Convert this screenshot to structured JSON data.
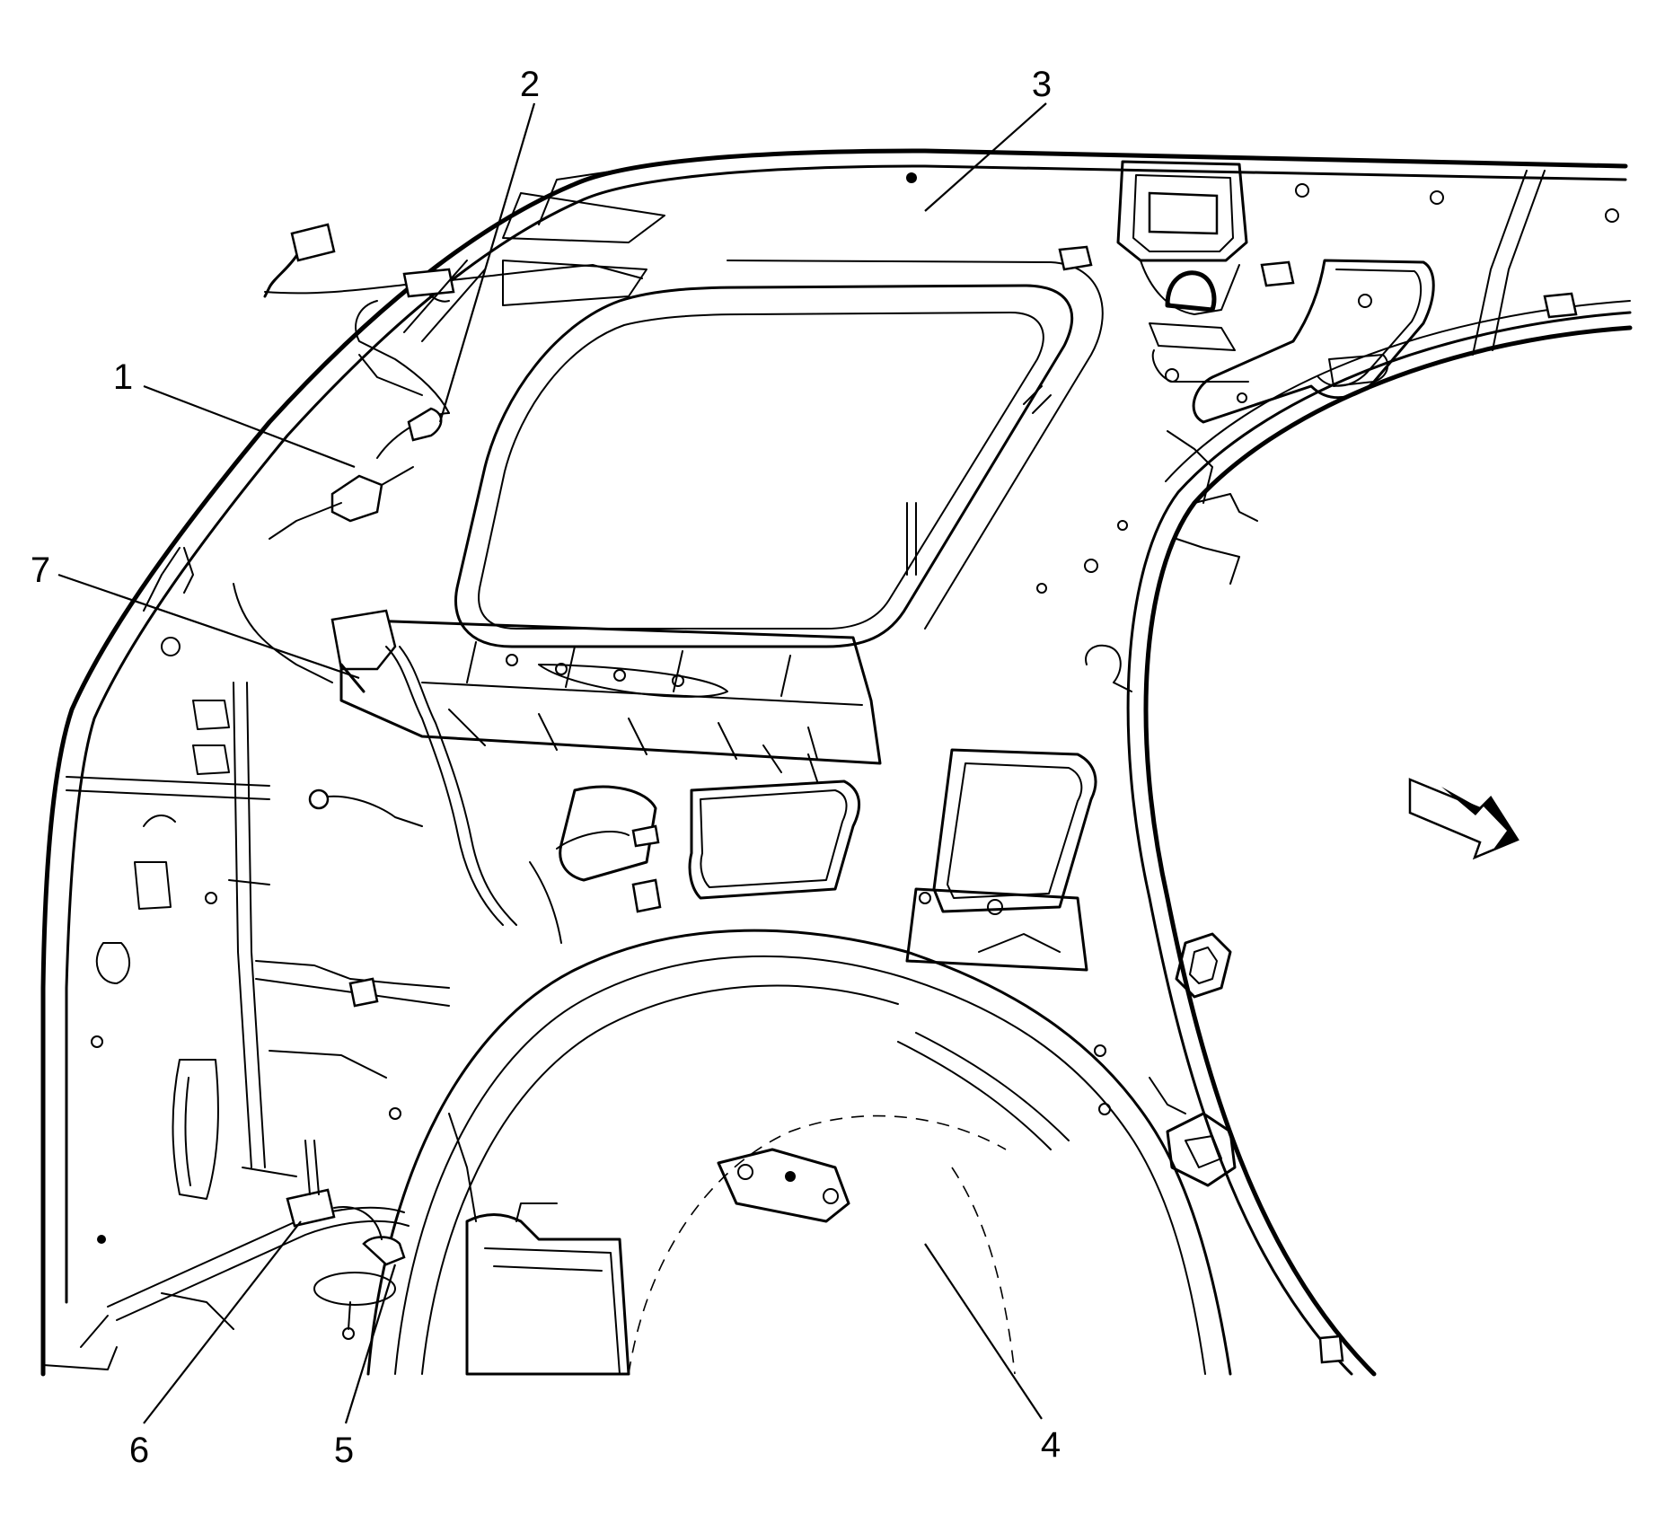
{
  "figure": {
    "callouts": [
      {
        "id": "callout-1",
        "label": "1"
      },
      {
        "id": "callout-2",
        "label": "2"
      },
      {
        "id": "callout-3",
        "label": "3"
      },
      {
        "id": "callout-4",
        "label": "4"
      },
      {
        "id": "callout-5",
        "label": "5"
      },
      {
        "id": "callout-6",
        "label": "6"
      },
      {
        "id": "callout-7",
        "label": "7"
      }
    ],
    "icons": {
      "direction_arrow": "forward-arrow-icon"
    }
  }
}
